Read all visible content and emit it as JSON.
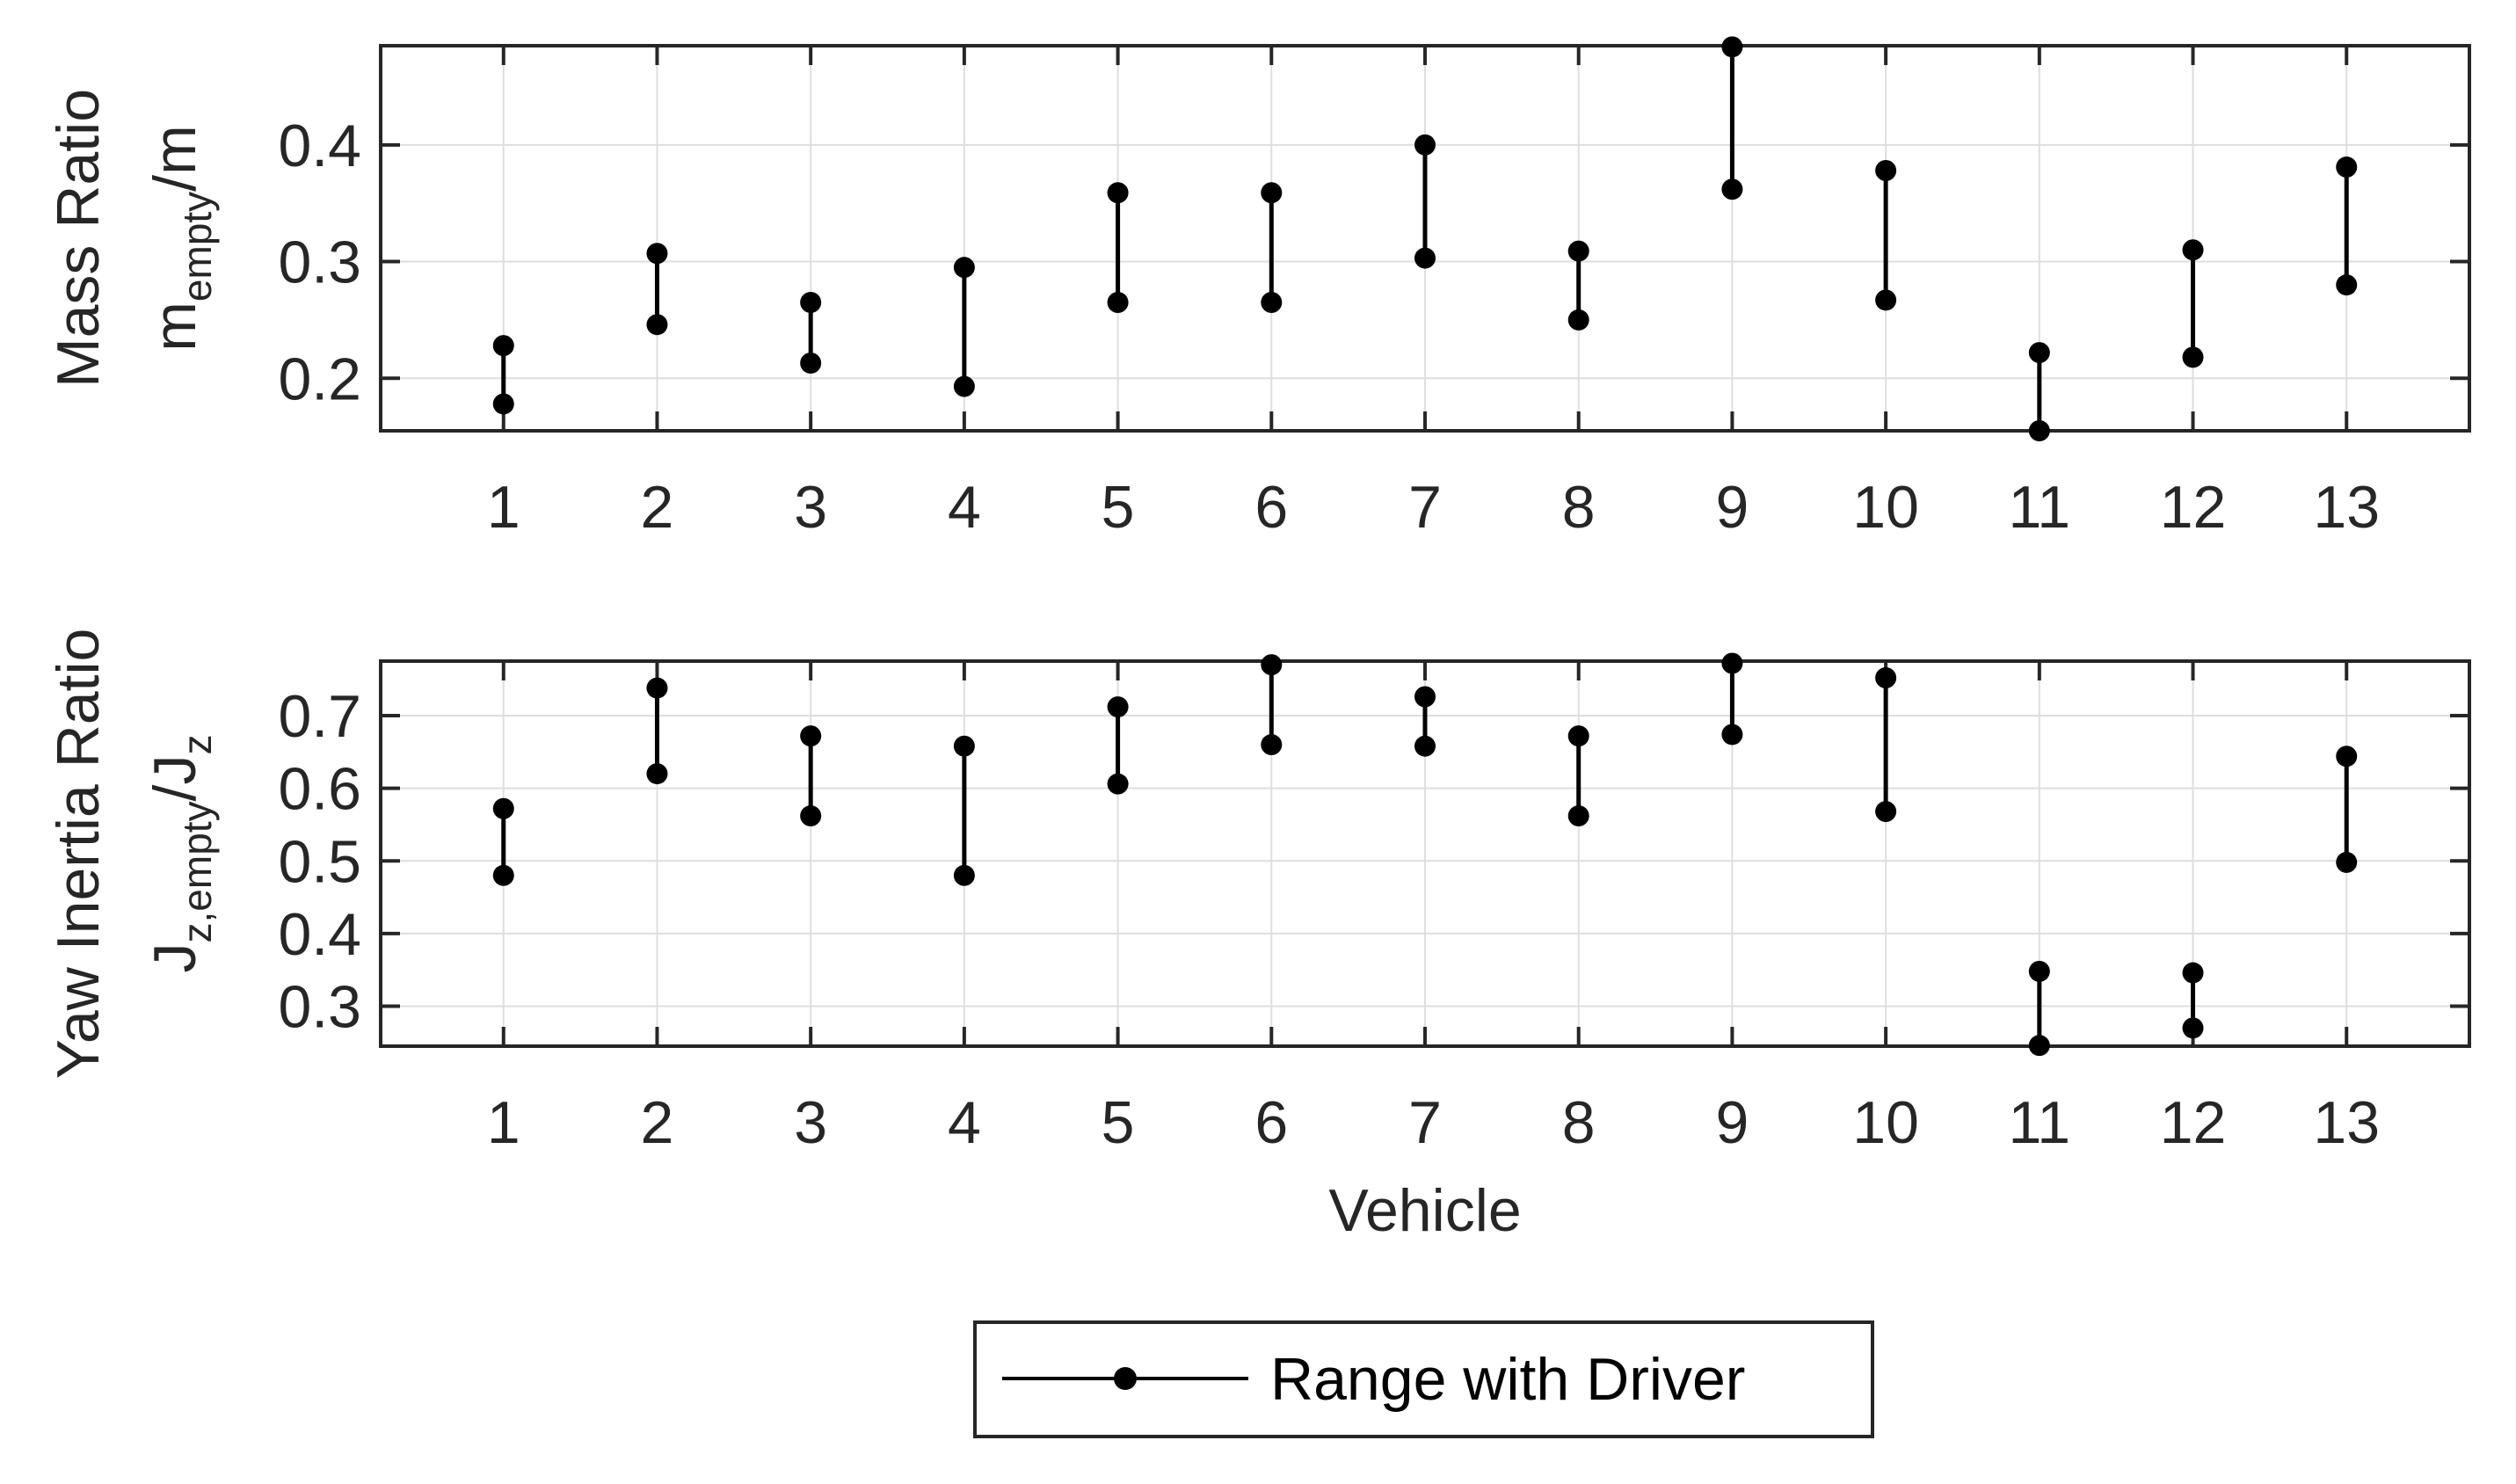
{
  "chart_data": [
    {
      "type": "range",
      "ylabel_line1": "Mass Ratio",
      "ylabel_line2": {
        "base": "m",
        "sub": "empty",
        "suffix": "/m"
      },
      "x": [
        1,
        2,
        3,
        4,
        5,
        6,
        7,
        8,
        9,
        10,
        11,
        12,
        13
      ],
      "xticks": [
        "1",
        "2",
        "3",
        "4",
        "5",
        "6",
        "7",
        "8",
        "9",
        "10",
        "11",
        "12",
        "13"
      ],
      "xlim": [
        0.2,
        13.8
      ],
      "ylim": [
        0.155,
        0.485
      ],
      "yticks": [
        0.2,
        0.3,
        0.4
      ],
      "ytick_labels": [
        "0.2",
        "0.3",
        "0.4"
      ],
      "low": [
        0.178,
        0.246,
        0.213,
        0.193,
        0.265,
        0.265,
        0.303,
        0.25,
        0.362,
        0.267,
        0.155,
        0.218,
        0.28
      ],
      "high": [
        0.228,
        0.307,
        0.265,
        0.295,
        0.359,
        0.359,
        0.4,
        0.309,
        0.484,
        0.378,
        0.222,
        0.31,
        0.381
      ],
      "grid": true
    },
    {
      "type": "range",
      "ylabel_line1": "Yaw Inertia Ratio",
      "ylabel_line2": {
        "base": "J",
        "sub": "z,empty",
        "suffix": "/J",
        "suffix_sub": "z"
      },
      "xlabel": "Vehicle",
      "x": [
        1,
        2,
        3,
        4,
        5,
        6,
        7,
        8,
        9,
        10,
        11,
        12,
        13
      ],
      "xticks": [
        "1",
        "2",
        "3",
        "4",
        "5",
        "6",
        "7",
        "8",
        "9",
        "10",
        "11",
        "12",
        "13"
      ],
      "xlim": [
        0.2,
        13.8
      ],
      "ylim": [
        0.245,
        0.775
      ],
      "yticks": [
        0.3,
        0.4,
        0.5,
        0.6,
        0.7
      ],
      "ytick_labels": [
        "0.3",
        "0.4",
        "0.5",
        "0.6",
        "0.7"
      ],
      "low": [
        0.48,
        0.62,
        0.562,
        0.48,
        0.606,
        0.66,
        0.658,
        0.562,
        0.674,
        0.568,
        0.246,
        0.27,
        0.498
      ],
      "high": [
        0.572,
        0.738,
        0.672,
        0.658,
        0.712,
        0.77,
        0.726,
        0.672,
        0.772,
        0.752,
        0.348,
        0.346,
        0.644
      ],
      "grid": true
    }
  ],
  "legend": {
    "label": "Range with Driver",
    "placement": "bottom-center"
  },
  "colors": {
    "marker": "#000000",
    "grid": "#dedede",
    "axis": "#262626"
  }
}
